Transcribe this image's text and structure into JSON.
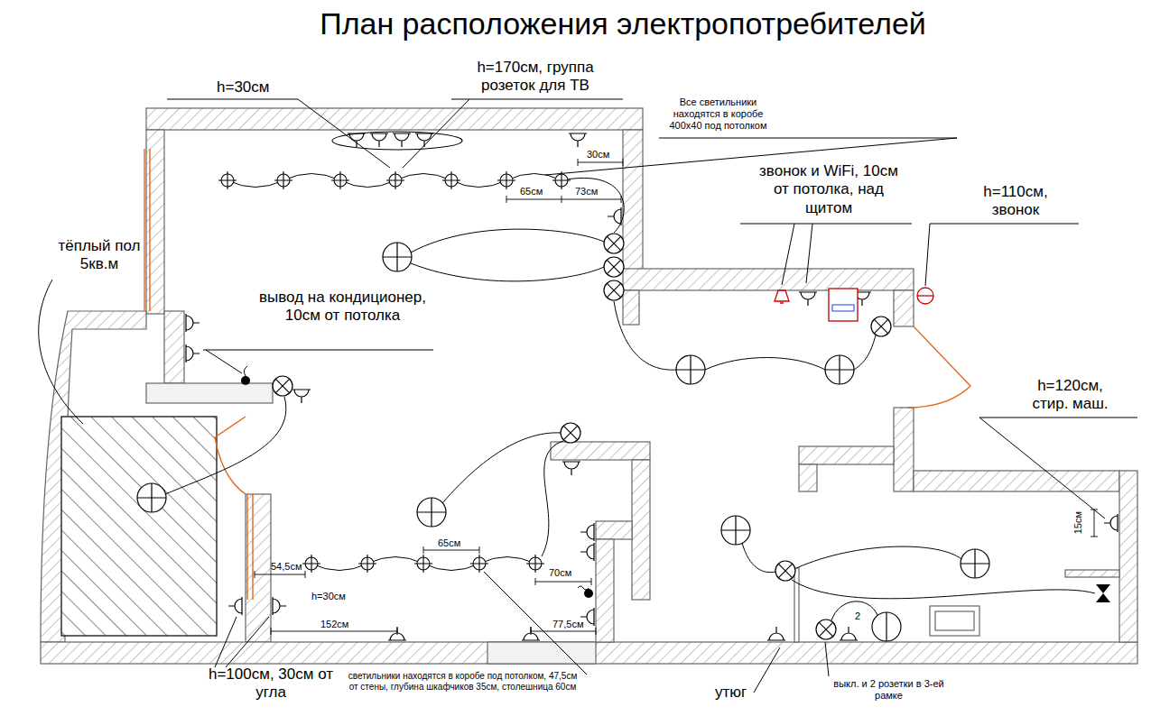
{
  "diagram": {
    "title": "План расположения электропотребителей",
    "labels": [
      "h=170см, группа розеток для ТВ",
      "h=30см",
      "Все светильники находятся в коробе 400x40 под потолком",
      "30см",
      "65см",
      "73см",
      "звонок и WiFi, 10см от потолка, над щитом",
      "h=110см, звонок",
      "тёплый пол 5кв.м",
      "вывод на кондиционер, 10см от потолка",
      "h=120см, стир. маш.",
      "15см",
      "65см",
      "54,5см",
      "h=30см",
      "70см",
      "152см",
      "77,5см",
      "h=100см, 30см от угла",
      "светильники находятся в коробе под потолком, 47,5см от стены, глубина шкафчиков 35см, столешница 60см",
      "утюг",
      "выкл. и 2 розетки в 3-ей рамке",
      "2"
    ]
  }
}
